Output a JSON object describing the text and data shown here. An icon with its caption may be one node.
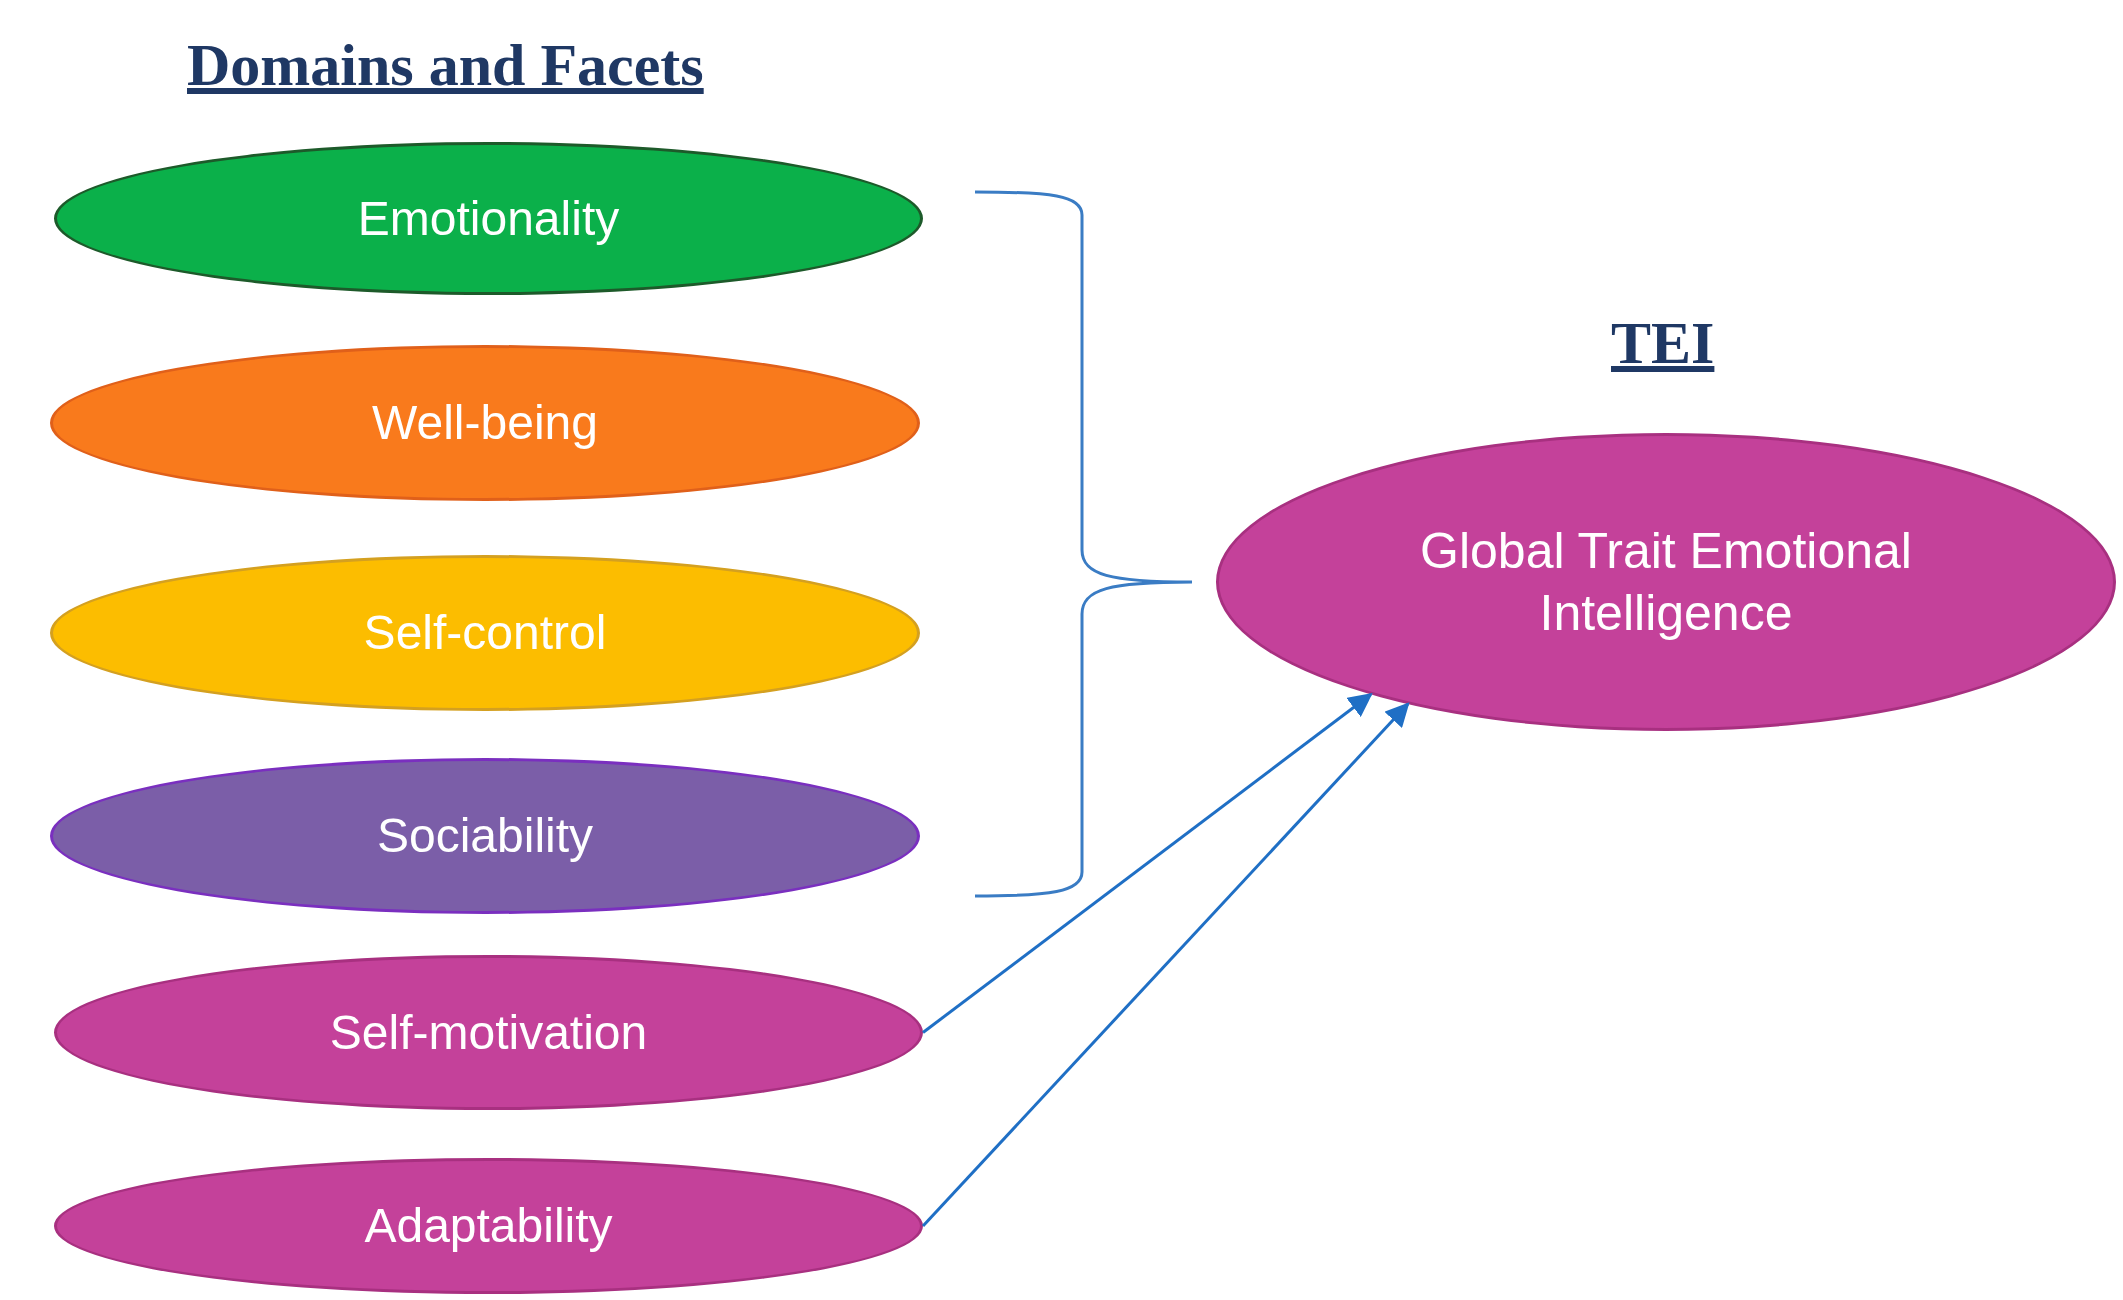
{
  "diagram": {
    "nodes": [
      {
        "text": [
          "Emotionality"
        ]
      },
      {
        "text": [
          "Well-being"
        ]
      },
      {
        "text": [
          "Self-control"
        ]
      },
      {
        "text": [
          "Sociability"
        ]
      },
      {
        "text": [
          "Self-motivation"
        ]
      },
      {
        "text": [
          "Adaptability"
        ]
      },
      {
        "text": [
          "Global Trait Emotional Intelligence"
        ]
      }
    ],
    "edges": [
      {
        "from": 4,
        "to": 6,
        "arrow": "to"
      },
      {
        "from": 5,
        "to": 6,
        "arrow": "to"
      }
    ],
    "labels": [
      "Domains and Facets",
      "TEI"
    ]
  }
}
